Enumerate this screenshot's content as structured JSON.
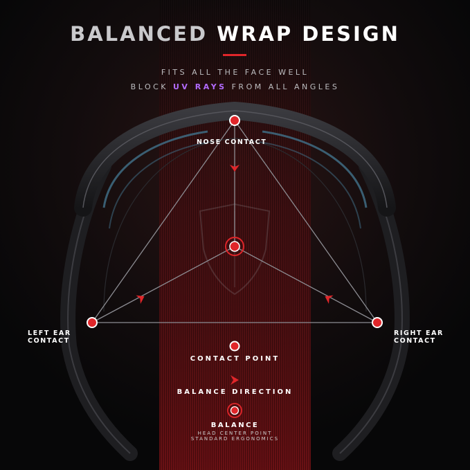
{
  "header": {
    "title_part1": "BALANCED",
    "title_part2": "WRAP DESIGN",
    "subtitle_line1": "FITS ALL THE FACE WELL",
    "subtitle_line2_pre": "BLOCK",
    "subtitle_line2_highlight": "UV RAYS",
    "subtitle_line2_post": "FROM ALL ANGLES"
  },
  "diagram": {
    "nose_label": "NOSE CONTACT",
    "left_ear_line1": "LEFT EAR",
    "left_ear_line2": "CONTACT",
    "right_ear_line1": "RIGHT EAR",
    "right_ear_line2": "CONTACT"
  },
  "legend": {
    "contact_point": "CONTACT POINT",
    "balance_direction": "BALANCE DIRECTION",
    "balance": "BALANCE",
    "balance_note1": "HEAD CENTER POINT",
    "balance_note2": "STANDARD ERGONOMICS"
  },
  "colors": {
    "accent_red": "#e0262a",
    "uv_purple": "#b26bff",
    "lens_blue": "#3f6c84",
    "background": "#0a0a0b"
  },
  "icons": [
    "contact-point-icon",
    "balance-direction-arrow-icon",
    "balance-center-icon",
    "shield-logo-icon"
  ]
}
